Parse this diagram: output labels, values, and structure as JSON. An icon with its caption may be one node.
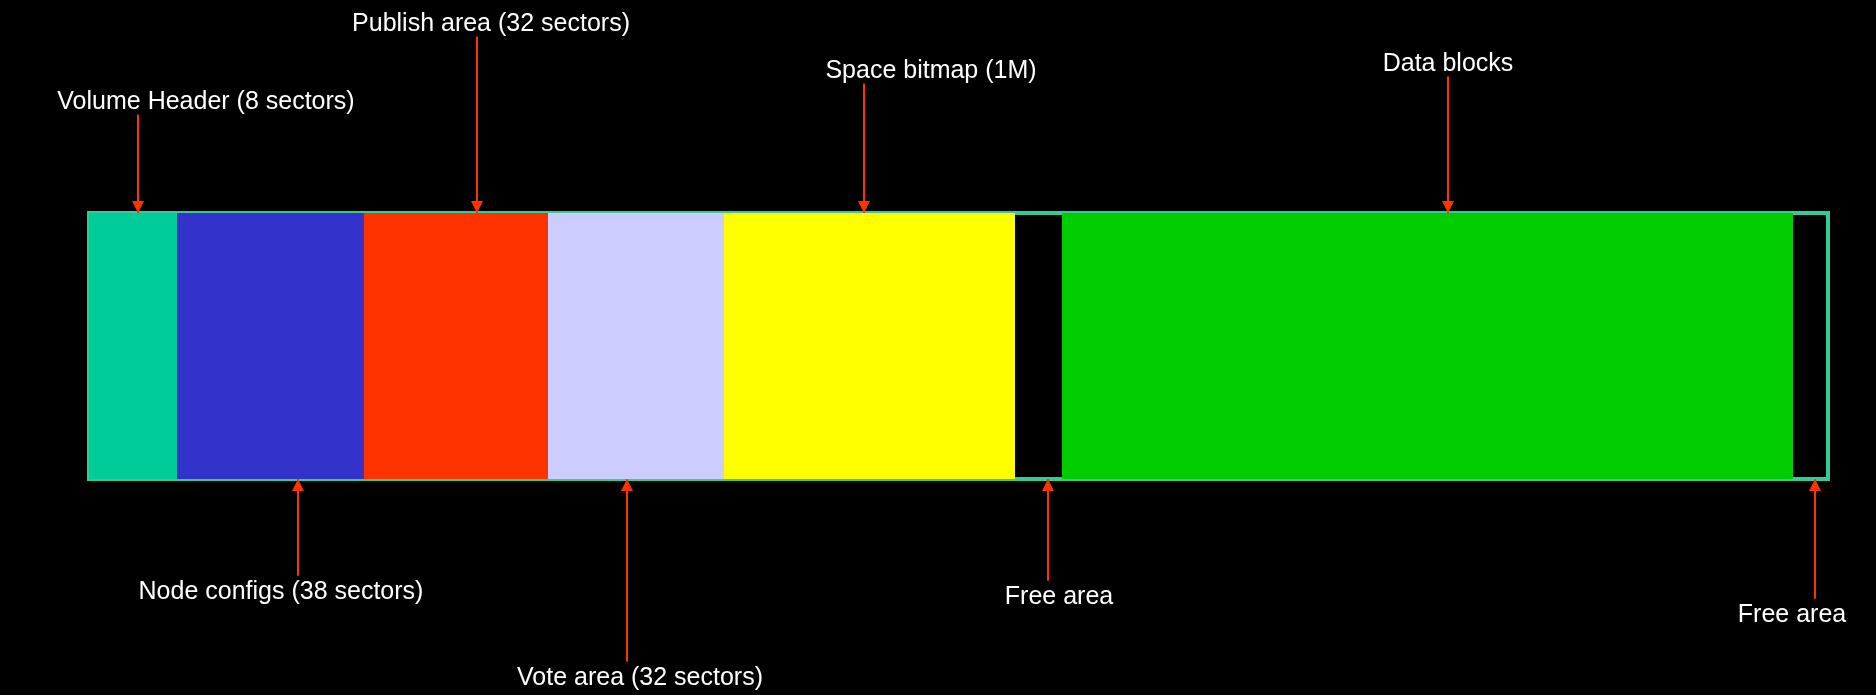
{
  "diagram": {
    "nodes": [
      {
        "text": [
          "Volume Header (8 sectors)"
        ]
      },
      {
        "text": [
          "Publish area (32 sectors)"
        ]
      },
      {
        "text": [
          "Space bitmap (1M)"
        ]
      },
      {
        "text": [
          "Data blocks"
        ]
      },
      {
        "text": [],
        "shape": "box"
      },
      {
        "text": [],
        "shape": "box"
      },
      {
        "text": [],
        "shape": "box"
      },
      {
        "text": [],
        "shape": "box"
      },
      {
        "text": [],
        "shape": "box"
      },
      {
        "text": [],
        "shape": "box"
      },
      {
        "text": [],
        "shape": "box"
      },
      {
        "text": [],
        "shape": "box"
      },
      {
        "text": [
          "Node configs (38 sectors)"
        ]
      },
      {
        "text": [
          "Vote area (32 sectors)"
        ]
      },
      {
        "text": [
          "Free area"
        ]
      },
      {
        "text": [
          "Free area"
        ]
      }
    ],
    "edges": [
      {
        "from": 0,
        "to": 4,
        "arrow": "to"
      },
      {
        "from": 1,
        "to": 6,
        "arrow": "to"
      },
      {
        "from": 2,
        "to": 8,
        "arrow": "to"
      },
      {
        "from": 3,
        "to": 10,
        "arrow": "to"
      },
      {
        "from": 12,
        "to": 5,
        "arrow": "to"
      },
      {
        "from": 13,
        "to": 7,
        "arrow": "to"
      },
      {
        "from": 14,
        "to": 9,
        "arrow": "to"
      },
      {
        "from": 15,
        "to": 11,
        "arrow": "to"
      }
    ]
  }
}
